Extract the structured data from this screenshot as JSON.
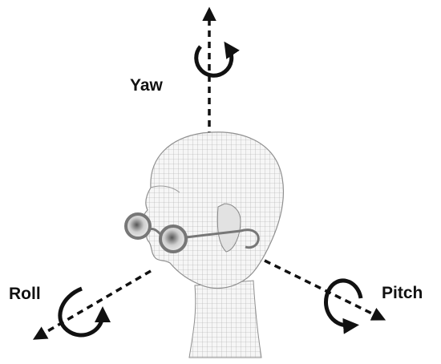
{
  "axes": {
    "yaw": {
      "label": "Yaw"
    },
    "roll": {
      "label": "Roll"
    },
    "pitch": {
      "label": "Pitch"
    }
  },
  "icons": {
    "head": "wireframe-head-icon",
    "glasses": "eyeglasses-icon",
    "rotation": "rotation-arrow-icon"
  },
  "colors": {
    "ink": "#111111",
    "mesh": "#9a9a9a",
    "head_fill": "#f4f4f4"
  }
}
